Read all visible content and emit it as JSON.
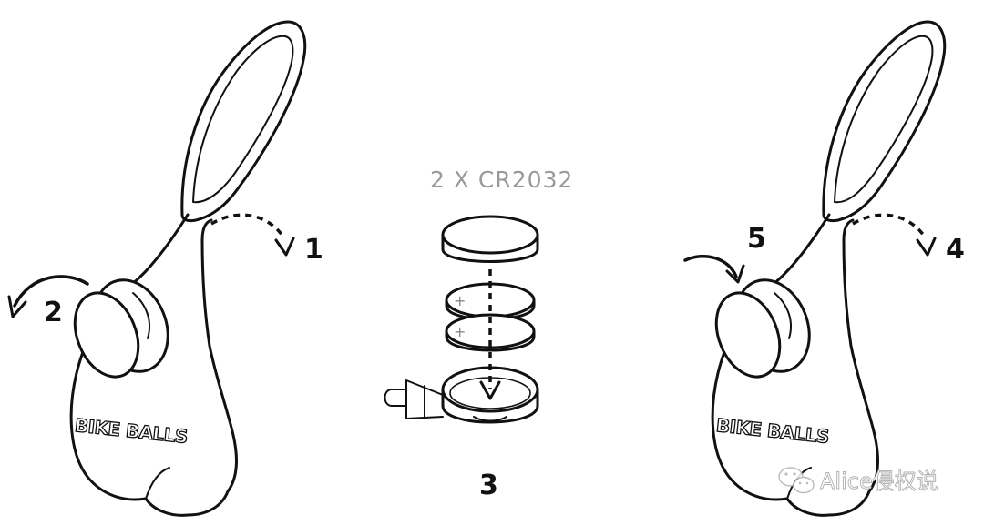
{
  "battery_label": "2 X CR2032",
  "steps": {
    "step_1": "1",
    "step_2": "2",
    "step_3": "3",
    "step_4": "4",
    "step_5": "5"
  },
  "brand_left": "BIKE BALLS",
  "brand_right": "BIKE BALLS",
  "watermark": "Alice侵权说",
  "battery_polarity_symbol": "+"
}
